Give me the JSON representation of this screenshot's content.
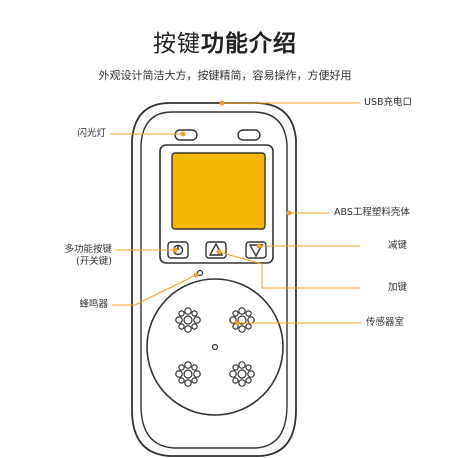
{
  "header": {
    "title_light": "按键",
    "title_bold": "功能介绍",
    "subtitle": "外观设计简洁大方，按键精简，容易操作，方便好用"
  },
  "callouts": {
    "usb": "USB充电口",
    "flashlight": "闪光灯",
    "shell": "ABS工程塑料壳体",
    "power_line1": "多功能按键",
    "power_line2": "(开关键)",
    "minus": "减键",
    "plus": "加键",
    "buzzer": "蜂鸣器",
    "sensor": "传感器室"
  },
  "colors": {
    "accent": "#f0a030",
    "outline": "#333333",
    "screen": "#f6b800"
  }
}
